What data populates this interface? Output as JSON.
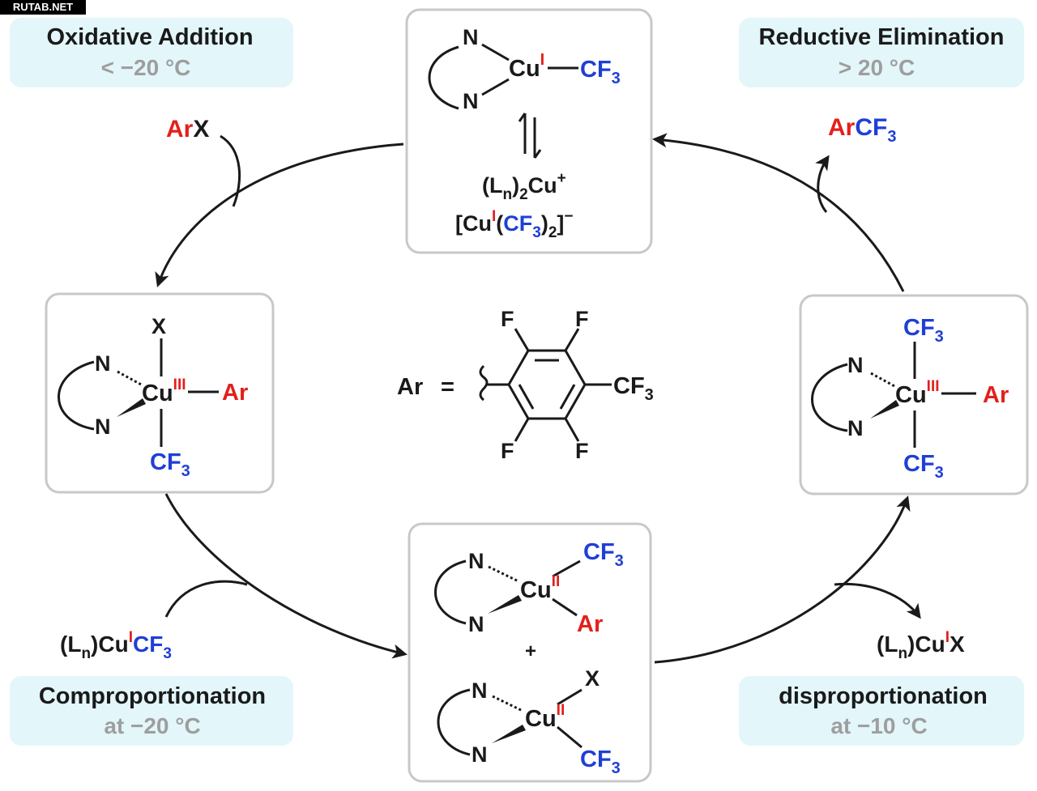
{
  "watermark": "RUTAB.NET",
  "colors": {
    "red": "#e3201b",
    "blue": "#1f3fd6",
    "gray": "#9e9e9e",
    "panel": "#e3f6fa"
  },
  "steps": {
    "oxidative_addition": {
      "title": "Oxidative Addition",
      "condition": "< −20 °C"
    },
    "reductive_elimination": {
      "title": "Reductive Elimination",
      "condition": "> 20 °C"
    },
    "comproportionation": {
      "title": "Comproportionation",
      "condition": "at −20 °C"
    },
    "disproportionation": {
      "title": "disproportionation",
      "condition": "at −10 °C"
    }
  },
  "reagents": {
    "arx": {
      "ar": "Ar",
      "x": "X"
    },
    "arcf3": {
      "ar": "Ar",
      "cf3": "CF",
      "sub3": "3"
    },
    "lncu_cf3": {
      "l": "(L",
      "n": "n",
      "cu": ")Cu",
      "ox": "I",
      "cf3": "CF",
      "sub3": "3"
    },
    "lncu_x": {
      "l": "(L",
      "n": "n",
      "cu": ")Cu",
      "ox": "I",
      "x": "X"
    }
  },
  "top_complex": {
    "n": "N",
    "cu": "Cu",
    "ox": "I",
    "cf3": "CF",
    "sub3": "3",
    "line1": {
      "a": "(L",
      "n": "n",
      "b": ")",
      "two": "2",
      "c": "Cu",
      "plus": "+"
    },
    "line2": {
      "a": "[Cu",
      "ox": "I",
      "b": "(",
      "cf3": "CF",
      "sub3": "3",
      "c": ")",
      "two": "2",
      "d": "]",
      "minus": "−"
    }
  },
  "left_complex": {
    "n": "N",
    "cu": "Cu",
    "ox": "III",
    "x": "X",
    "ar": "Ar",
    "cf3": "CF",
    "sub3": "3"
  },
  "right_complex": {
    "n": "N",
    "cu": "Cu",
    "ox": "III",
    "ar": "Ar",
    "cf3": "CF",
    "sub3": "3"
  },
  "bottom_complex": {
    "n": "N",
    "cu": "Cu",
    "ox": "II",
    "cf3": "CF",
    "sub3": "3",
    "ar": "Ar",
    "x": "X",
    "plus": "+"
  },
  "ar_def": {
    "ar": "Ar",
    "eq": "=",
    "f": "F",
    "cf3": "CF",
    "sub3": "3"
  }
}
